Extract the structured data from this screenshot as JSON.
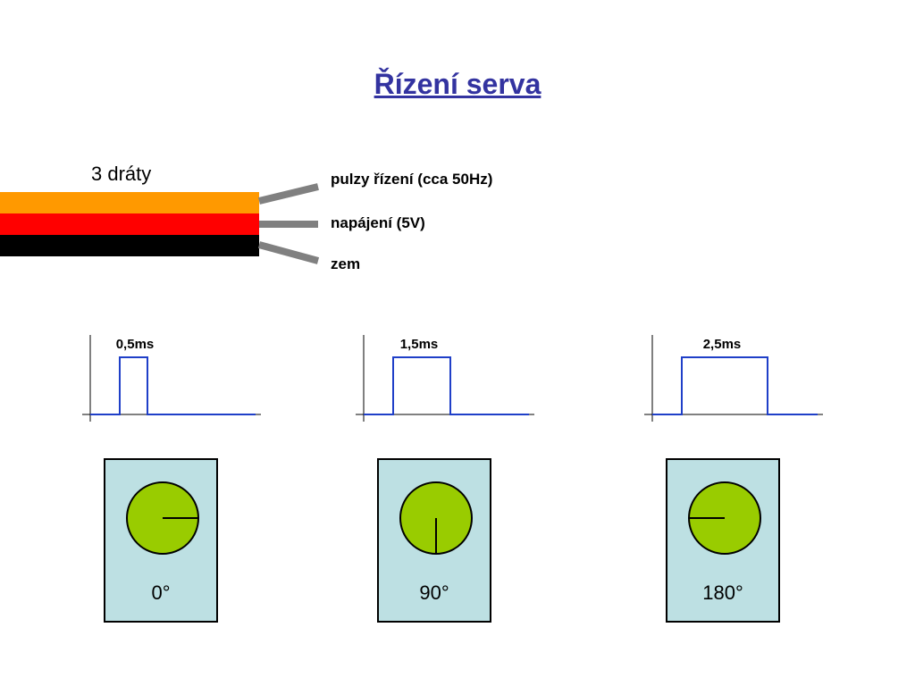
{
  "title": "Řízení serva",
  "wires": {
    "heading": "3 dráty",
    "items": [
      {
        "label": "pulzy řízení (cca 50Hz)",
        "color": "#ff9900"
      },
      {
        "label": "napájení (5V)",
        "color": "#ff0000"
      },
      {
        "label": "zem",
        "color": "#000000"
      }
    ]
  },
  "pulses": [
    {
      "label": "0,5ms",
      "width_ms": 0.5
    },
    {
      "label": "1,5ms",
      "width_ms": 1.5
    },
    {
      "label": "2,5ms",
      "width_ms": 2.5
    }
  ],
  "servos": [
    {
      "angle_label": "0°",
      "angle_deg": 0
    },
    {
      "angle_label": "90°",
      "angle_deg": 90
    },
    {
      "angle_label": "180°",
      "angle_deg": 180
    }
  ],
  "colors": {
    "title": "#3333a0",
    "signal": "#1f3fc8",
    "servo_bg": "#bde0e3",
    "dial": "#99cc00",
    "lead": "#808080"
  }
}
